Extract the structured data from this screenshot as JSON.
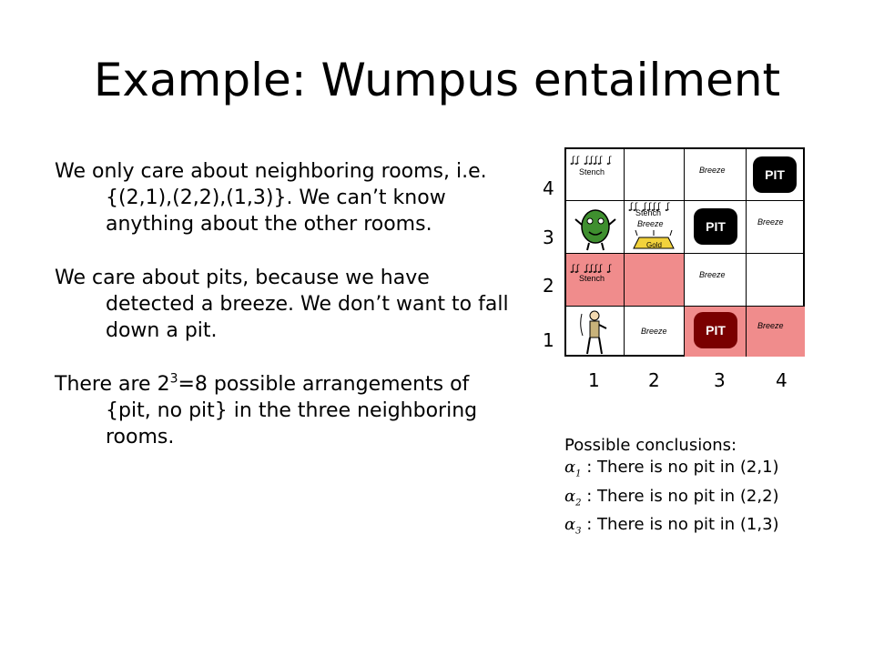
{
  "slide": {
    "title": "Example: Wumpus entailment",
    "paragraphs": [
      "We only care about neighboring rooms, i.e. {(2,1),(2,2),(1,3)}. We can’t know anything about the other rooms.",
      "We care about pits, because we have detected a breeze. We don’t want to fall down a pit."
    ],
    "p3": {
      "before": "There are 2",
      "sup": "3",
      "after": "=8 possible arrangements of {pit, no pit} in the three neighboring rooms."
    }
  },
  "grid": {
    "row_labels": [
      "4",
      "3",
      "2",
      "1"
    ],
    "col_labels": [
      "1",
      "2",
      "3",
      "4"
    ],
    "stench": "Stench",
    "breeze": "Breeze",
    "pit": "PIT",
    "gold": "Gold",
    "squiggle": "ʆʆ ʆʆʆʆ ʆ"
  },
  "conclusions": {
    "heading": "Possible conclusions:",
    "alpha": "α",
    "items": [
      {
        "sub": "1",
        "text": ": There is no pit in (2,1)"
      },
      {
        "sub": "2",
        "text": ": There is no pit in (2,2)"
      },
      {
        "sub": "3",
        "text": ": There is no pit in (1,3)"
      }
    ]
  },
  "colors": {
    "pink": "#f08c8c",
    "pit": "#000000",
    "pit_dark": "#7a0000",
    "wumpus": "#3f8f2f",
    "gold": "#f2d23c"
  }
}
